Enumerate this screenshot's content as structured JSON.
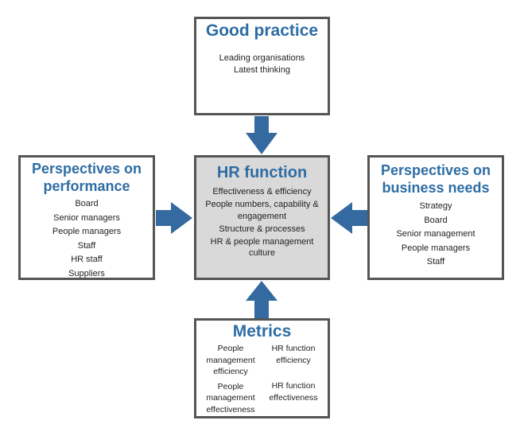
{
  "colors": {
    "title": "#2e6da4",
    "arrow": "#346aa0",
    "border": "#555555",
    "center_fill": "#d9d9d9"
  },
  "good_practice": {
    "title": "Good practice",
    "items": [
      "Leading organisations",
      "Latest thinking"
    ]
  },
  "performance": {
    "title": "Perspectives on performance",
    "items": [
      "Board",
      "Senior managers",
      "People managers",
      "Staff",
      "HR staff",
      "Suppliers"
    ]
  },
  "hr_function": {
    "title": "HR function",
    "items": [
      "Effectiveness & efficiency",
      "People numbers, capability & engagement",
      "Structure & processes",
      "HR & people management culture"
    ]
  },
  "business_needs": {
    "title": "Perspectives on business needs",
    "items": [
      "Strategy",
      "Board",
      "Senior management",
      "People managers",
      "Staff"
    ]
  },
  "metrics": {
    "title": "Metrics",
    "left_items": [
      "People management efficiency",
      "People management effectiveness"
    ],
    "right_items": [
      "HR function efficiency",
      "HR function effectiveness"
    ]
  }
}
